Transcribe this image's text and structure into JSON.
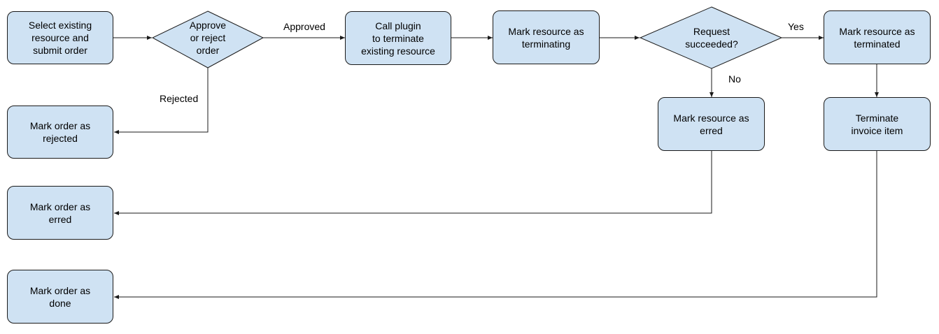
{
  "diagram": {
    "nodes": {
      "select_submit": "Select existing\nresource and\nsubmit order",
      "approve_decision": "Approve\nor reject\norder",
      "call_plugin": "Call plugin\nto terminate\nexisting resource",
      "mark_terminating": "Mark resource as\nterminating",
      "request_decision": "Request\nsucceeded?",
      "mark_terminated": "Mark resource as\nterminated",
      "order_rejected": "Mark order as\nrejected",
      "resource_erred": "Mark resource as\nerred",
      "terminate_invoice": "Terminate\ninvoice item",
      "order_erred": "Mark order as\nerred",
      "order_done": "Mark order as\ndone"
    },
    "edge_labels": {
      "approved": "Approved",
      "rejected": "Rejected",
      "yes": "Yes",
      "no": "No"
    },
    "colors": {
      "node_fill": "#cfe2f3",
      "stroke": "#1a1a1a"
    }
  }
}
